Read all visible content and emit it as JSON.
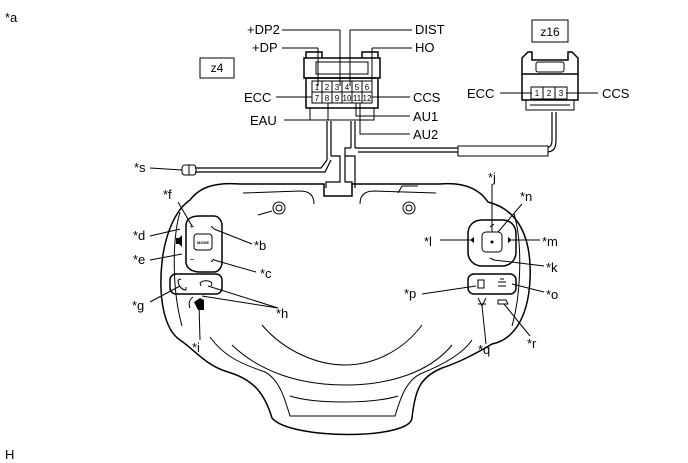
{
  "figure_label": "*a",
  "footer_letter": "H",
  "connectors": {
    "z4": {
      "name": "z4",
      "top_pins": [
        "1",
        "2",
        "3",
        "4",
        "5",
        "6"
      ],
      "bottom_pins": [
        "7",
        "8",
        "9",
        "10",
        "11",
        "12"
      ]
    },
    "z16": {
      "name": "z16",
      "pins": [
        "1",
        "2",
        "3"
      ]
    }
  },
  "signals": {
    "dp2": "+DP2",
    "dp": "+DP",
    "dist": "DIST",
    "ho": "HO",
    "ecc": "ECC",
    "ccs": "CCS",
    "eau": "EAU",
    "au1": "AU1",
    "au2": "AU2",
    "ecc_z16": "ECC",
    "ccs_z16": "CCS"
  },
  "callouts": {
    "s": "*s",
    "f": "*f",
    "d": "*d",
    "b": "*b",
    "e": "*e",
    "c": "*c",
    "g": "*g",
    "h": "*h",
    "i": "*i",
    "j": "*j",
    "n": "*n",
    "l": "*l",
    "m": "*m",
    "k": "*k",
    "p": "*p",
    "o": "*o",
    "q": "*q",
    "r": "*r"
  },
  "switch_text": {
    "mode": "MODE"
  }
}
